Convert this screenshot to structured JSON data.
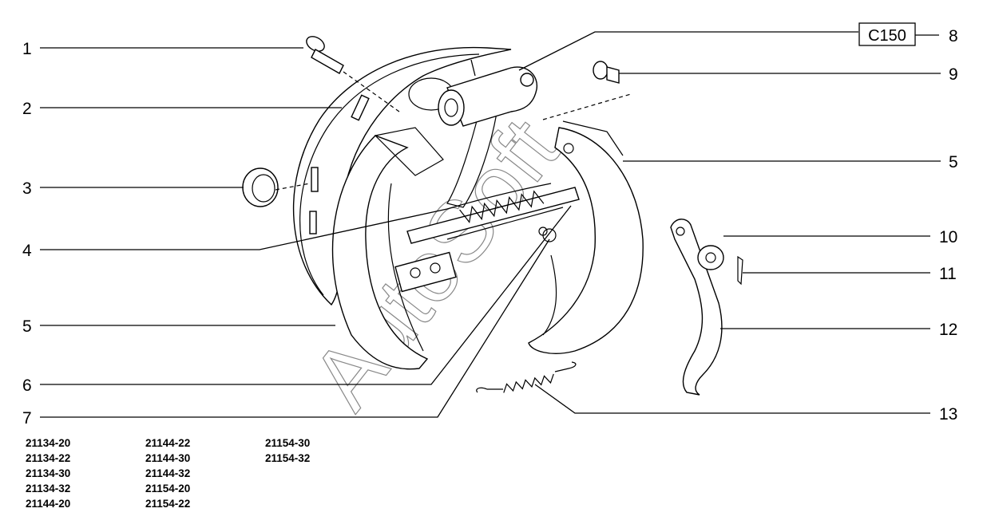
{
  "callouts": {
    "c1": "1",
    "c2": "2",
    "c3": "3",
    "c4": "4",
    "c5_left": "5",
    "c6": "6",
    "c7": "7",
    "c8": "8",
    "c9": "9",
    "c5_right": "5",
    "c10": "10",
    "c11": "11",
    "c12": "12",
    "c13": "13"
  },
  "reference_box": "C150",
  "watermark": "AutoSoft",
  "model_codes": {
    "col1": [
      "21134-20",
      "21134-22",
      "21134-30",
      "21134-32",
      "21144-20"
    ],
    "col2": [
      "21144-22",
      "21144-30",
      "21144-32",
      "21154-20",
      "21154-22"
    ],
    "col3": [
      "21154-30",
      "21154-32"
    ]
  }
}
